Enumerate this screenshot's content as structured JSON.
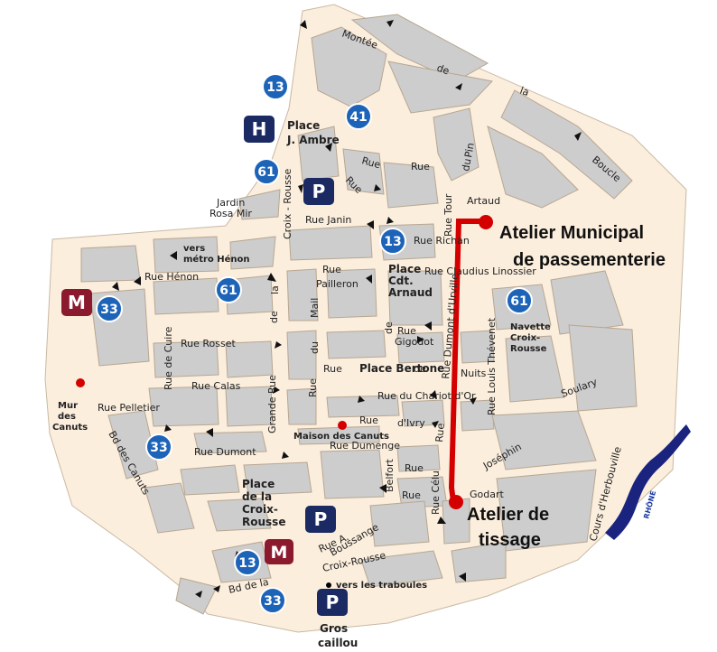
{
  "colors": {
    "block": "#cdcdcd",
    "street": "#fbeedd",
    "street_edge": "#c9b9a4",
    "route": "#d40000",
    "bus": "#1d63b8",
    "metro": "#8b1a2e",
    "parking": "#1b2a63",
    "hospital": "#1b2a63",
    "river": "#1a237e"
  },
  "destinations": {
    "atelier_municipal": [
      "Atelier Municipal",
      "de passementerie"
    ],
    "atelier_tissage": [
      "Atelier de",
      "tissage"
    ]
  },
  "places": {
    "ambre": [
      "Place",
      "J. Ambre"
    ],
    "arnaud": [
      "Place",
      "Cdt.",
      "Arnaud"
    ],
    "bertone": "Place Bertone",
    "croix_rousse": [
      "Place",
      "de la",
      "Croix-",
      "Rousse"
    ]
  },
  "pois": {
    "jardin": [
      "Jardin",
      "Rosa Mir"
    ],
    "vers_metro": [
      "vers",
      "métro Hénon"
    ],
    "mur": [
      "Mur",
      "des",
      "Canuts"
    ],
    "maison": "Maison des Canuts",
    "navette": [
      "Navette",
      "Croix-",
      "Rousse"
    ],
    "traboules": "vers les traboules",
    "gros_caillou": [
      "Gros",
      "caillou"
    ]
  },
  "streets": {
    "montee": "Montée",
    "de": "de",
    "la": "la",
    "boucle": "Boucle",
    "rue": "Rue",
    "du": "du",
    "pin": "Pin",
    "artaud": "Artaud",
    "rue_janin": "Rue Janin",
    "croix_rousse_v": "Croix - Rousse",
    "rue_richan": "Rue Richan",
    "rue_tour": "Rue Tour",
    "claudius": "Rue Claudius Linossier",
    "rue_henon": "Rue Hénon",
    "pailleron": "Pailleron",
    "mail": "Mail",
    "rue_rosset": "Rue Rosset",
    "rue_de_cuire": "Rue de Cuire",
    "rue_calas": "Rue Calas",
    "grande_rue": "Grande Rue",
    "gigodot": "Gigodot",
    "dumont_urville": "Rue Dumont d'Urville",
    "nuits": "Nuits",
    "louis_thevenet": "Rue Louis Thévenet",
    "chariot": "Rue du Chariot d'Or",
    "ivry": "d'Ivry",
    "pelletier": "Rue Pelletier",
    "bd_canuts": "Bd des Canuts",
    "rue_dumont": "Rue Dumont",
    "dumenge": "Rue Dumenge",
    "belfort": "Belfort",
    "josephin": "Joséphin",
    "soulary": "Soulary",
    "cours_herbouville": "Cours d'Herbouville",
    "celu": "Rue Célu",
    "godart": "Godart",
    "rue_a": "Rue A.",
    "boussange": "Boussange",
    "croix_rousse_h": "Croix-Rousse",
    "bd_de_la": "Bd de la"
  },
  "river": "RHÔNE",
  "bus_lines": {
    "b13_top": "13",
    "b41": "41",
    "b61_top": "61",
    "b13_mid": "13",
    "b61_mid": "61",
    "b61_right": "61",
    "b33_left": "33",
    "b33_mid": "33",
    "b13_bottom": "13",
    "b33_bottom": "33"
  },
  "symbols": {
    "hospital": "H",
    "parking": "P",
    "metro": "M"
  }
}
